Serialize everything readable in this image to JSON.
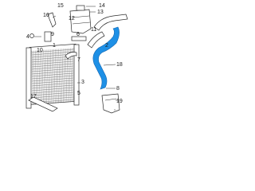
{
  "colors": {
    "highlight": "#1e90e6",
    "line": "#2a2a2a",
    "background": "#ffffff"
  },
  "callouts": {
    "c1": "1",
    "c2": "2",
    "c3": "3",
    "c4": "4",
    "c5": "5",
    "c6": "6",
    "c7": "7",
    "c8": "8",
    "c9": "9",
    "c10": "10",
    "c11": "11",
    "c12": "12",
    "c13": "13",
    "c14": "14",
    "c15": "15",
    "c16": "16",
    "c17": "17",
    "c18": "18",
    "c19": "19"
  },
  "highlighted_part": "18"
}
